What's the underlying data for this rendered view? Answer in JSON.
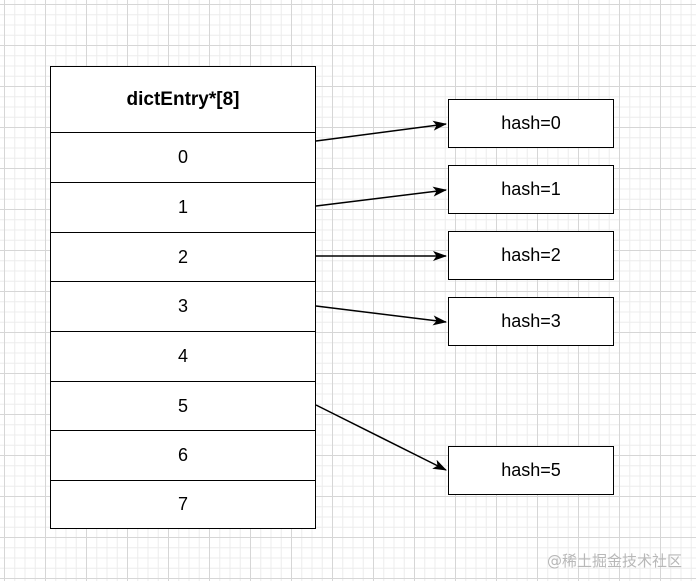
{
  "table": {
    "header": "dictEntry*[8]",
    "indices": [
      "0",
      "1",
      "2",
      "3",
      "4",
      "5",
      "6",
      "7"
    ]
  },
  "entries": [
    {
      "label": "hash=0",
      "from_index": 0
    },
    {
      "label": "hash=1",
      "from_index": 1
    },
    {
      "label": "hash=2",
      "from_index": 2
    },
    {
      "label": "hash=3",
      "from_index": 3
    },
    {
      "label": "hash=5",
      "from_index": 5
    }
  ],
  "watermark": "@稀土掘金技术社区"
}
